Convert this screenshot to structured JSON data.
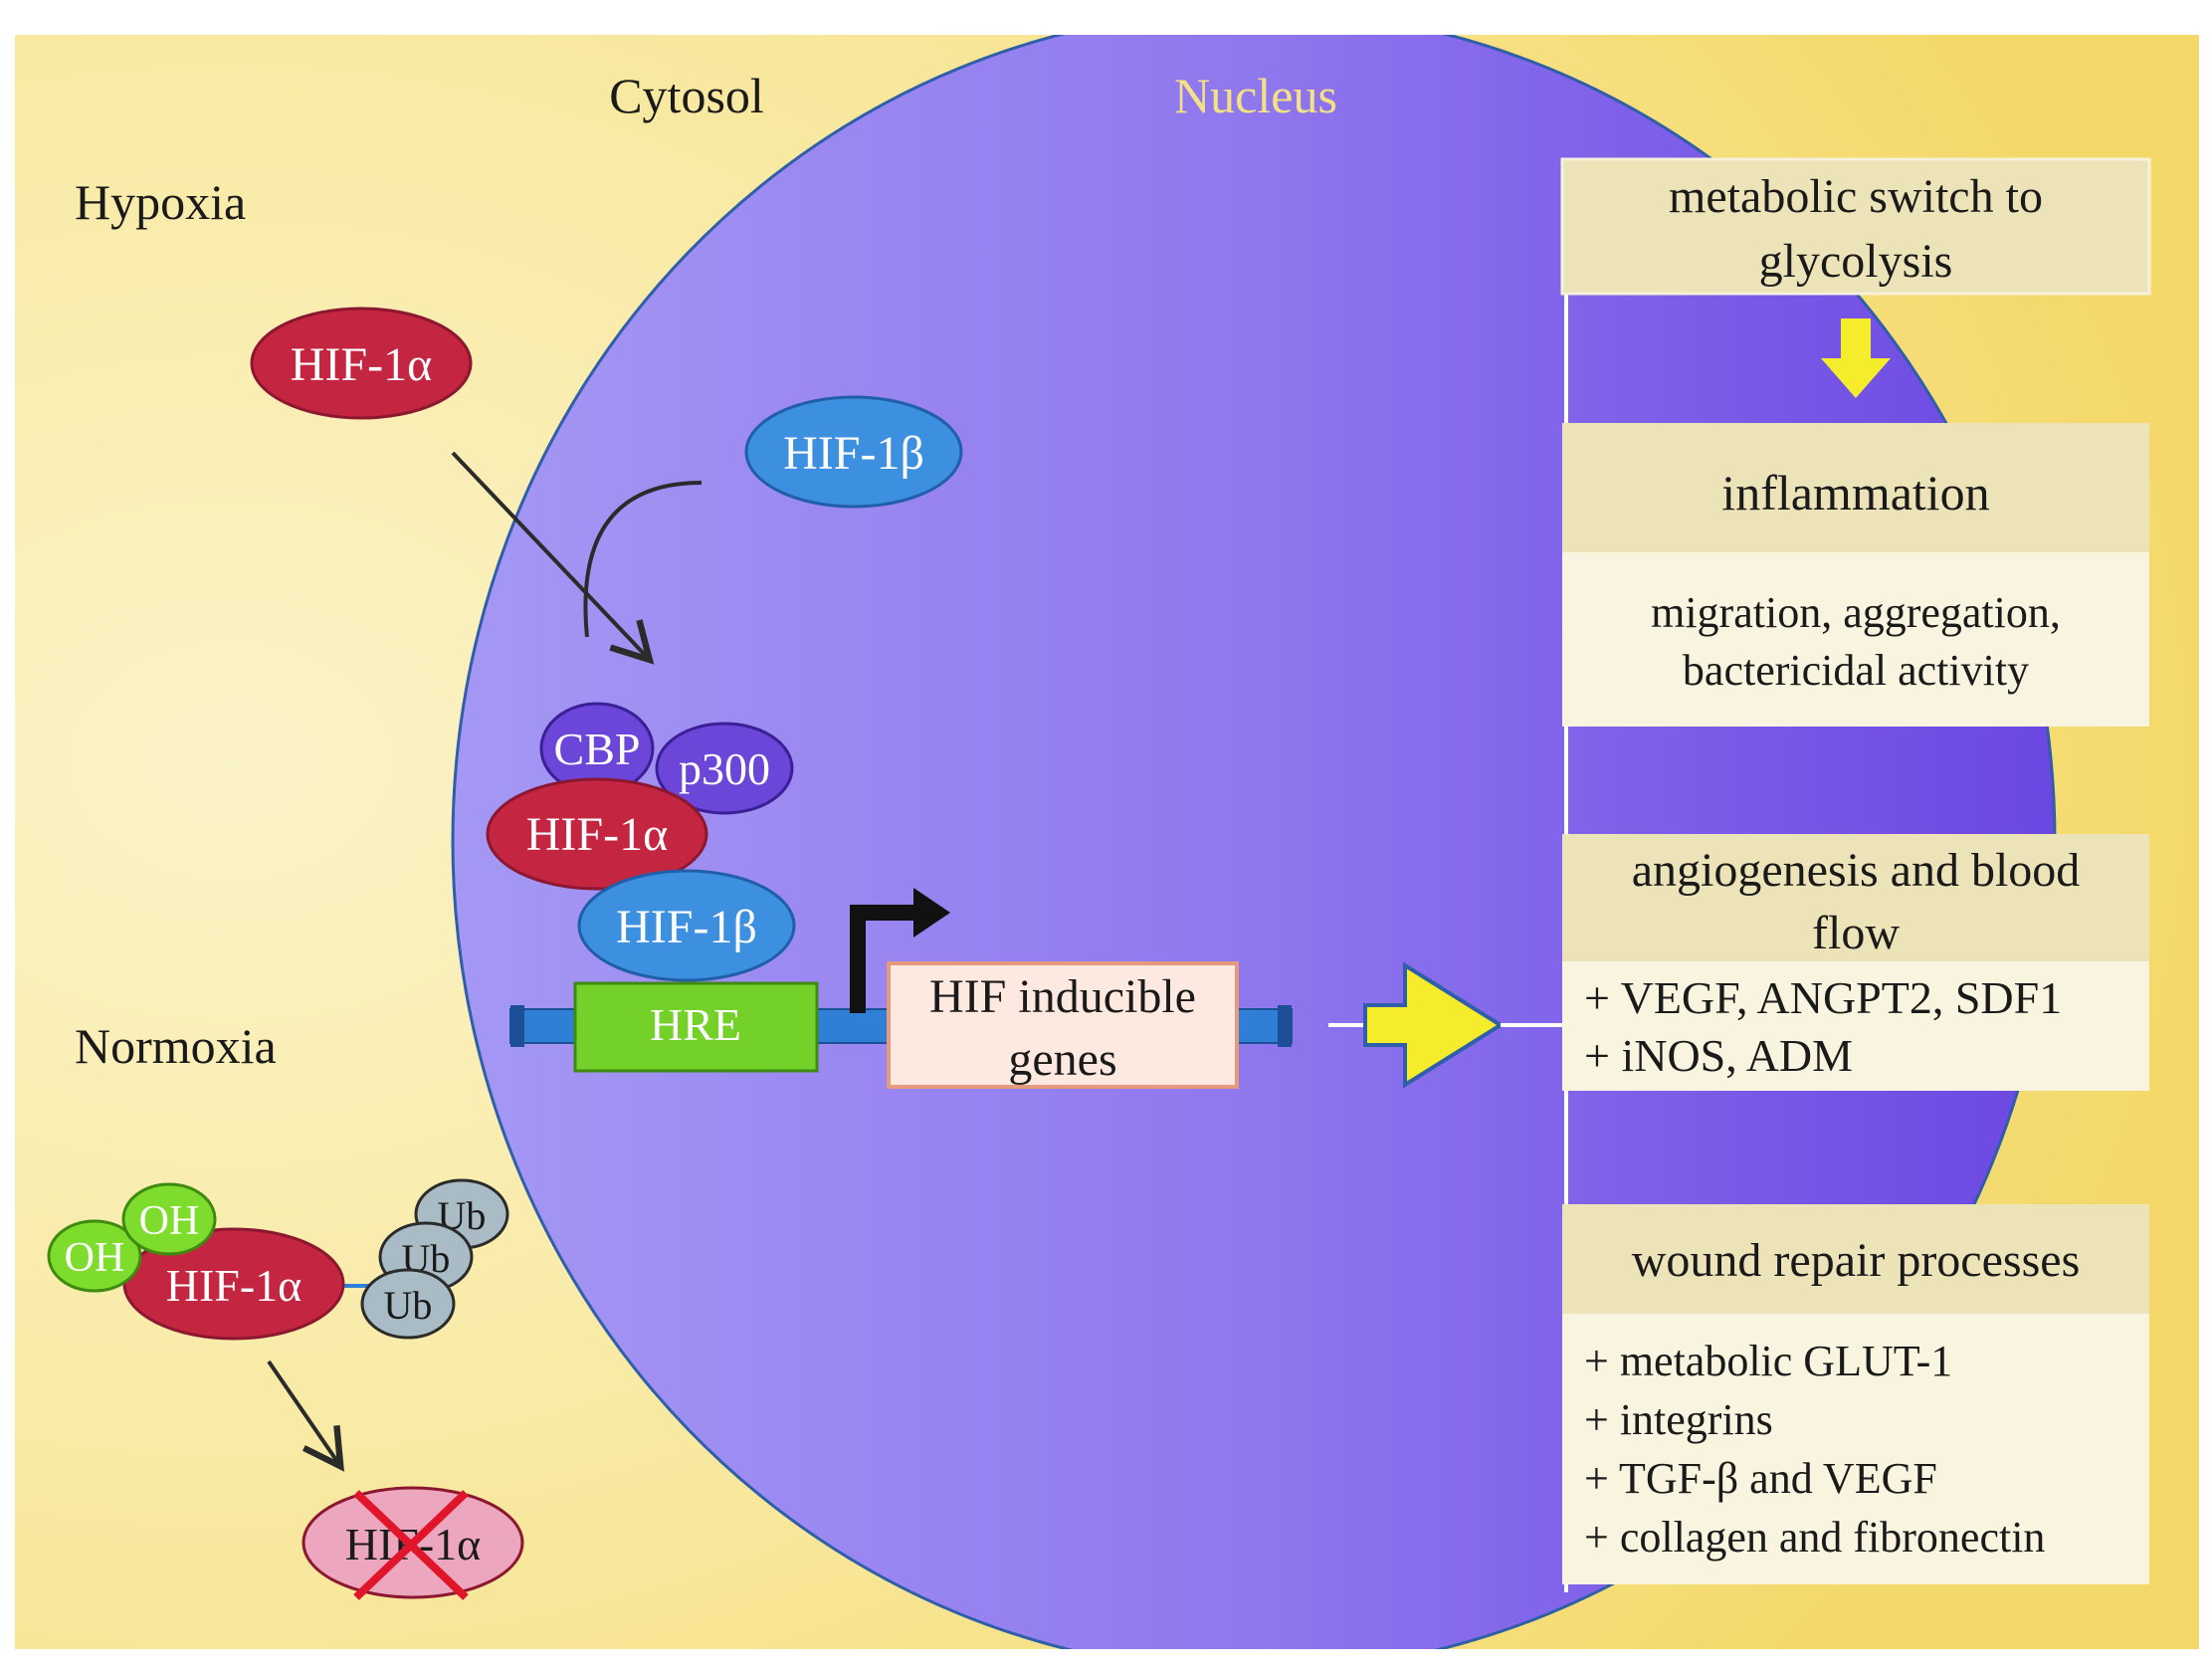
{
  "regions": {
    "cytosol": "Cytosol",
    "nucleus": "Nucleus",
    "hypoxia": "Hypoxia",
    "normoxia": "Normoxia"
  },
  "molecules": {
    "hif1a_free": "HIF-1α",
    "hif1b_free": "HIF-1β",
    "cbp": "CBP",
    "p300": "p300",
    "hif1a_complex": "HIF-1α",
    "hif1b_complex": "HIF-1β",
    "hre": "HRE",
    "hif_genes_line1": "HIF inducible",
    "hif_genes_line2": "genes",
    "oh1": "OH",
    "oh2": "OH",
    "hif1a_normoxia": "HIF-1α",
    "ub1": "Ub",
    "ub2": "Ub",
    "ub3": "Ub",
    "hif1a_degraded": "HIF-1α"
  },
  "outcomes": {
    "metabolic_line1": "metabolic switch to",
    "metabolic_line2": "glycolysis",
    "inflammation_title": "inflammation",
    "inflammation_line1": "migration,  aggregation,",
    "inflammation_line2": "bactericidal  activity",
    "angio_line1": "angiogenesis and blood",
    "angio_line2": "flow",
    "angio_item1": "+ VEGF, ANGPT2, SDF1",
    "angio_item2": "+ iNOS, ADM",
    "wound_title": "wound  repair processes",
    "wound_item1": "+ metabolic  GLUT-1",
    "wound_item2": "+ integrins",
    "wound_item3": "+ TGF-β and VEGF",
    "wound_item4": "+ collagen  and  fibronectin"
  },
  "colors": {
    "hif1a_red": "#c42540",
    "hif1b_blue": "#3d8fe0",
    "cbp_purple": "#6b46d8",
    "hre_green": "#74d12a",
    "oh_green": "#7ddc2c",
    "ub_grey": "#a9bcc6",
    "degraded_pink": "#eca6bd",
    "genes_box": "#fde9df",
    "outcome_header": "#ece3b8",
    "outcome_body": "#f8f4df",
    "nucleus_purple": "#7b5ae6",
    "cytosol_yellow": "#f7e487",
    "arrow_yellow": "#f5ec2c"
  },
  "icons": {
    "down_arrow": "yellow-down-arrow-icon",
    "right_arrow": "yellow-right-arrow-icon",
    "promoter_arrow": "bent-arrow-icon",
    "degradation_cross": "red-x-icon"
  }
}
